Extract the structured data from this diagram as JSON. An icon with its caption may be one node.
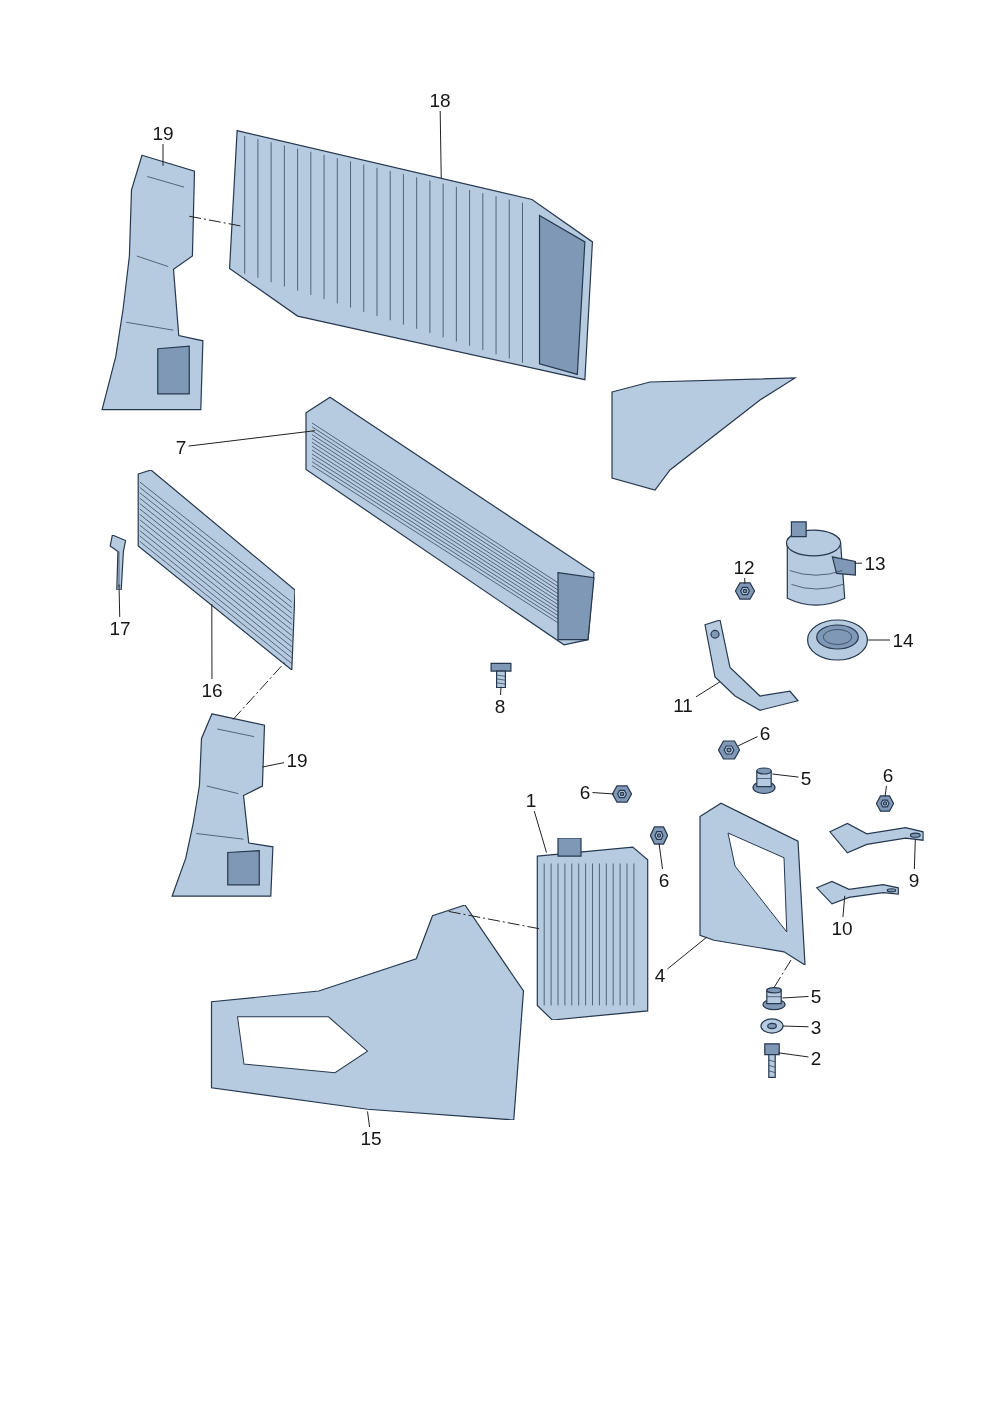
{
  "diagram": {
    "nodes": [
      {
        "text": [
          "19"
        ]
      },
      {
        "text": [
          "18"
        ]
      },
      {
        "text": [
          "7"
        ]
      },
      {
        "text": [
          "12"
        ]
      },
      {
        "text": [
          "13"
        ]
      },
      {
        "text": [
          "17"
        ]
      },
      {
        "text": [
          "16"
        ]
      },
      {
        "text": [
          "14"
        ]
      },
      {
        "text": [
          "8"
        ]
      },
      {
        "text": [
          "11"
        ]
      },
      {
        "text": [
          "6"
        ]
      },
      {
        "text": [
          "5"
        ]
      },
      {
        "text": [
          "19"
        ]
      },
      {
        "text": [
          "6"
        ]
      },
      {
        "text": [
          "1"
        ]
      },
      {
        "text": [
          "6"
        ]
      },
      {
        "text": [
          "6"
        ]
      },
      {
        "text": [
          "9"
        ]
      },
      {
        "text": [
          "10"
        ]
      },
      {
        "text": [
          "4"
        ]
      },
      {
        "text": [
          "5"
        ]
      },
      {
        "text": [
          "3"
        ]
      },
      {
        "text": [
          "2"
        ]
      },
      {
        "text": [
          "15"
        ]
      },
      {
        "text": [],
        "shape": "picture"
      },
      {
        "text": [],
        "shape": "picture"
      },
      {
        "text": [],
        "shape": "picture"
      },
      {
        "text": [],
        "shape": "picture"
      },
      {
        "text": [],
        "shape": "picture"
      },
      {
        "text": [],
        "shape": "picture"
      },
      {
        "text": [],
        "shape": "picture"
      },
      {
        "text": [],
        "shape": "picture"
      },
      {
        "text": [],
        "shape": "picture"
      },
      {
        "text": [],
        "shape": "picture"
      },
      {
        "text": [],
        "shape": "picture"
      },
      {
        "text": [],
        "shape": "picture"
      },
      {
        "text": [],
        "shape": "picture"
      },
      {
        "text": [],
        "shape": "picture"
      },
      {
        "text": [],
        "shape": "picture"
      },
      {
        "text": [],
        "shape": "picture"
      },
      {
        "text": [],
        "shape": "picture"
      },
      {
        "text": [],
        "shape": "picture"
      },
      {
        "text": [],
        "shape": "picture"
      },
      {
        "text": [],
        "shape": "picture"
      },
      {
        "text": [],
        "shape": "picture"
      },
      {
        "text": [],
        "shape": "picture"
      },
      {
        "text": [],
        "shape": "picture"
      },
      {
        "text": [],
        "shape": "picture"
      }
    ],
    "edges": [
      {
        "from": 0,
        "to": 24,
        "arrow": "none"
      },
      {
        "from": 1,
        "to": 25,
        "arrow": "none"
      },
      {
        "from": 2,
        "to": 26,
        "arrow": "none"
      },
      {
        "from": 3,
        "to": 31,
        "arrow": "none"
      },
      {
        "from": 4,
        "to": 32,
        "arrow": "none"
      },
      {
        "from": 5,
        "to": 27,
        "arrow": "none"
      },
      {
        "from": 6,
        "to": 28,
        "arrow": "none"
      },
      {
        "from": 7,
        "to": 33,
        "arrow": "none"
      },
      {
        "from": 8,
        "to": 29,
        "arrow": "none"
      },
      {
        "from": 9,
        "to": 34,
        "arrow": "none"
      },
      {
        "from": 10,
        "to": 35,
        "arrow": "none"
      },
      {
        "from": 11,
        "to": 36,
        "arrow": "none"
      },
      {
        "from": 12,
        "to": 30,
        "arrow": "none"
      },
      {
        "from": 13,
        "to": 37,
        "arrow": "none"
      },
      {
        "from": 14,
        "to": 43,
        "arrow": "none"
      },
      {
        "from": 15,
        "to": 38,
        "arrow": "none"
      },
      {
        "from": 16,
        "to": 39,
        "arrow": "none"
      },
      {
        "from": 17,
        "to": 40,
        "arrow": "none"
      },
      {
        "from": 18,
        "to": 41,
        "arrow": "none"
      },
      {
        "from": 19,
        "to": 42,
        "arrow": "none"
      },
      {
        "from": 20,
        "to": 44,
        "arrow": "none"
      },
      {
        "from": 21,
        "to": 45,
        "arrow": "none"
      },
      {
        "from": 22,
        "to": 46,
        "arrow": "none"
      },
      {
        "from": 23,
        "to": 47,
        "arrow": "none"
      },
      {
        "from": 24,
        "to": 25,
        "arrow": "none",
        "style": "dashed"
      },
      {
        "from": 30,
        "to": 28,
        "arrow": "none",
        "style": "dashed"
      },
      {
        "from": 47,
        "to": 43,
        "arrow": "none",
        "style": "dashed"
      },
      {
        "from": 42,
        "to": 44,
        "arrow": "none",
        "style": "dashed"
      }
    ]
  }
}
